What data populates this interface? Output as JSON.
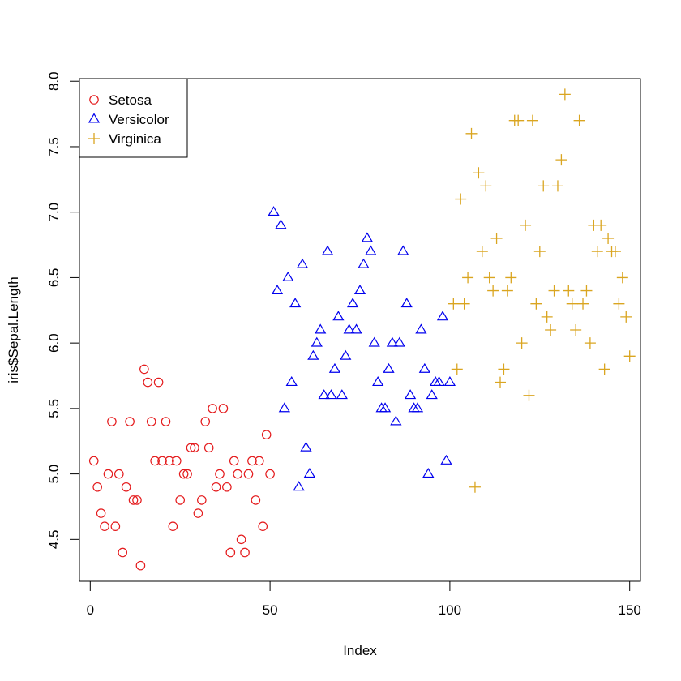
{
  "chart_data": {
    "type": "scatter",
    "title": "",
    "xlabel": "Index",
    "ylabel": "iris$Sepal.Length",
    "xlim": [
      -3,
      153
    ],
    "ylim": [
      4.18,
      8.02
    ],
    "xticks": [
      0,
      50,
      100,
      150
    ],
    "yticks": [
      4.5,
      5.0,
      5.5,
      6.0,
      6.5,
      7.0,
      7.5,
      8.0
    ],
    "grid": false,
    "legend_position": "top-left",
    "series": [
      {
        "name": "Setosa",
        "color": "#e41a1c",
        "marker": "circle",
        "x": [
          1,
          2,
          3,
          4,
          5,
          6,
          7,
          8,
          9,
          10,
          11,
          12,
          13,
          14,
          15,
          16,
          17,
          18,
          19,
          20,
          21,
          22,
          23,
          24,
          25,
          26,
          27,
          28,
          29,
          30,
          31,
          32,
          33,
          34,
          35,
          36,
          37,
          38,
          39,
          40,
          41,
          42,
          43,
          44,
          45,
          46,
          47,
          48,
          49,
          50
        ],
        "y": [
          5.1,
          4.9,
          4.7,
          4.6,
          5.0,
          5.4,
          4.6,
          5.0,
          4.4,
          4.9,
          5.4,
          4.8,
          4.8,
          4.3,
          5.8,
          5.7,
          5.4,
          5.1,
          5.7,
          5.1,
          5.4,
          5.1,
          4.6,
          5.1,
          4.8,
          5.0,
          5.0,
          5.2,
          5.2,
          4.7,
          4.8,
          5.4,
          5.2,
          5.5,
          4.9,
          5.0,
          5.5,
          4.9,
          4.4,
          5.1,
          5.0,
          4.5,
          4.4,
          5.0,
          5.1,
          4.8,
          5.1,
          4.6,
          5.3,
          5.0
        ]
      },
      {
        "name": "Versicolor",
        "color": "#0000ee",
        "marker": "triangle",
        "x": [
          51,
          52,
          53,
          54,
          55,
          56,
          57,
          58,
          59,
          60,
          61,
          62,
          63,
          64,
          65,
          66,
          67,
          68,
          69,
          70,
          71,
          72,
          73,
          74,
          75,
          76,
          77,
          78,
          79,
          80,
          81,
          82,
          83,
          84,
          85,
          86,
          87,
          88,
          89,
          90,
          91,
          92,
          93,
          94,
          95,
          96,
          97,
          98,
          99,
          100
        ],
        "y": [
          7.0,
          6.4,
          6.9,
          5.5,
          6.5,
          5.7,
          6.3,
          4.9,
          6.6,
          5.2,
          5.0,
          5.9,
          6.0,
          6.1,
          5.6,
          6.7,
          5.6,
          5.8,
          6.2,
          5.6,
          5.9,
          6.1,
          6.3,
          6.1,
          6.4,
          6.6,
          6.8,
          6.7,
          6.0,
          5.7,
          5.5,
          5.5,
          5.8,
          6.0,
          5.4,
          6.0,
          6.7,
          6.3,
          5.6,
          5.5,
          5.5,
          6.1,
          5.8,
          5.0,
          5.6,
          5.7,
          5.7,
          6.2,
          5.1,
          5.7
        ]
      },
      {
        "name": "Virginica",
        "color": "#daa520",
        "marker": "plus",
        "x": [
          101,
          102,
          103,
          104,
          105,
          106,
          107,
          108,
          109,
          110,
          111,
          112,
          113,
          114,
          115,
          116,
          117,
          118,
          119,
          120,
          121,
          122,
          123,
          124,
          125,
          126,
          127,
          128,
          129,
          130,
          131,
          132,
          133,
          134,
          135,
          136,
          137,
          138,
          139,
          140,
          141,
          142,
          143,
          144,
          145,
          146,
          147,
          148,
          149,
          150
        ],
        "y": [
          6.3,
          5.8,
          7.1,
          6.3,
          6.5,
          7.6,
          4.9,
          7.3,
          6.7,
          7.2,
          6.5,
          6.4,
          6.8,
          5.7,
          5.8,
          6.4,
          6.5,
          7.7,
          7.7,
          6.0,
          6.9,
          5.6,
          7.7,
          6.3,
          6.7,
          7.2,
          6.2,
          6.1,
          6.4,
          7.2,
          7.4,
          7.9,
          6.4,
          6.3,
          6.1,
          7.7,
          6.3,
          6.4,
          6.0,
          6.9,
          6.7,
          6.9,
          5.8,
          6.8,
          6.7,
          6.7,
          6.3,
          6.5,
          6.2,
          5.9
        ]
      }
    ]
  }
}
